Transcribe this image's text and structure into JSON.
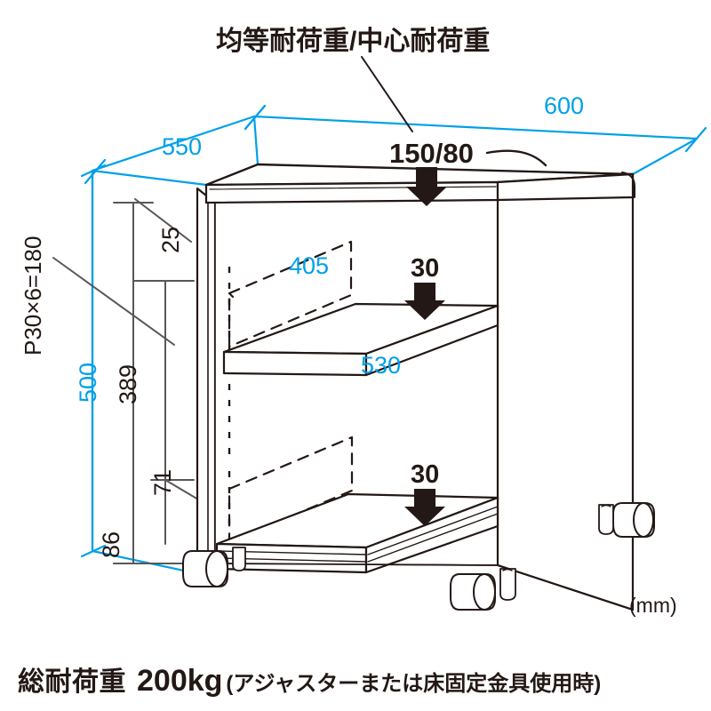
{
  "drawing": {
    "title": "均等耐荷重/中心耐荷重",
    "unit_label": "(mm)",
    "product_type": "office-cabinet-isometric-dimension-drawing"
  },
  "dimensions": {
    "depth_top": "550",
    "width_top": "600",
    "height_overall": "500",
    "pitch_note": "P30×6=180",
    "top_to_first_hole": "25",
    "height_inner_389": "389",
    "height_inner_71": "71",
    "height_base_86": "86",
    "shelf_depth": "405",
    "shelf_width": "530"
  },
  "loads": {
    "top_surface": "150/80",
    "shelf_upper": "30",
    "shelf_lower": "30"
  },
  "footer": {
    "label": "総耐荷重",
    "value": "200kg",
    "note": "(アジャスターまたは床固定金具使用時)"
  },
  "colors": {
    "dimension_blue": "#00a0e9",
    "ink_black": "#231815",
    "dimension_gray": "#595757"
  }
}
